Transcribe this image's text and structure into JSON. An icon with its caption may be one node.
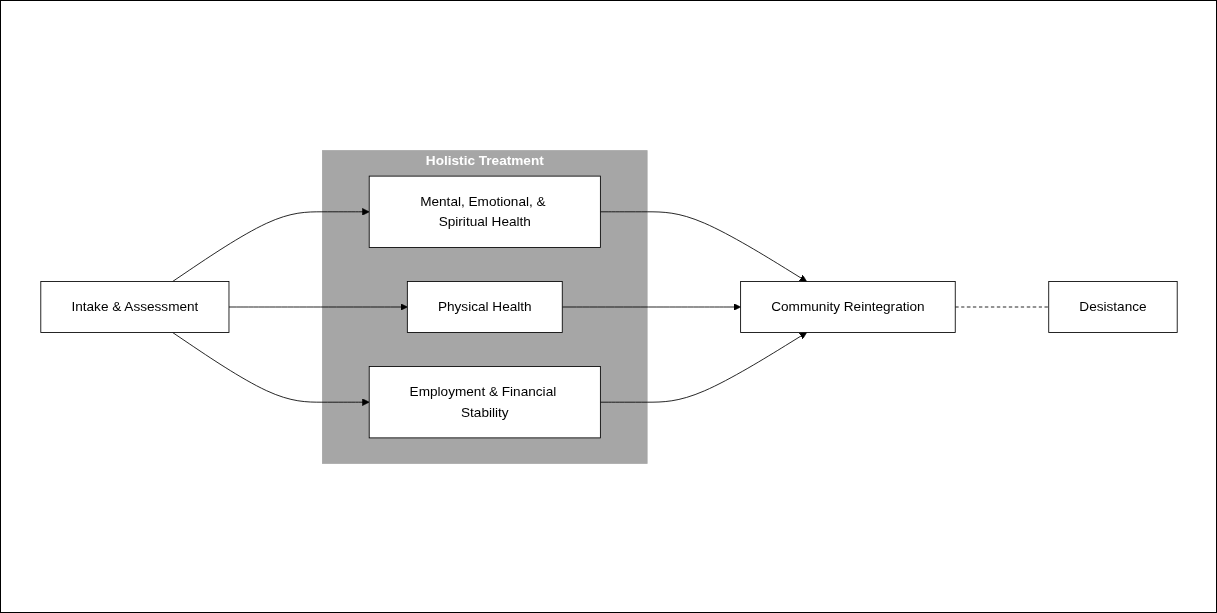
{
  "diagram": {
    "nodes": [
      {
        "text": [
          "Intake & Assessment"
        ]
      },
      {
        "text": [
          "Holistic Treatment"
        ]
      },
      {
        "text": [
          "Mental, Emotional, & Spiritual Health"
        ],
        "in": 1
      },
      {
        "text": [
          "Physical Health"
        ],
        "in": 1
      },
      {
        "text": [
          "Employment & Financial Stability"
        ],
        "in": 1
      },
      {
        "text": [
          "Community Reintegration"
        ]
      },
      {
        "text": [
          "Desistance"
        ]
      }
    ],
    "edges": [
      {
        "from": 0,
        "to": 2,
        "arrow": "to"
      },
      {
        "from": 0,
        "to": 3,
        "arrow": "to"
      },
      {
        "from": 0,
        "to": 4,
        "arrow": "to"
      },
      {
        "from": 2,
        "to": 5,
        "arrow": "to"
      },
      {
        "from": 3,
        "to": 5,
        "arrow": "to"
      },
      {
        "from": 4,
        "to": 5,
        "arrow": "to"
      },
      {
        "from": 5,
        "to": 6,
        "arrow": "none",
        "style": "dashed"
      }
    ]
  }
}
